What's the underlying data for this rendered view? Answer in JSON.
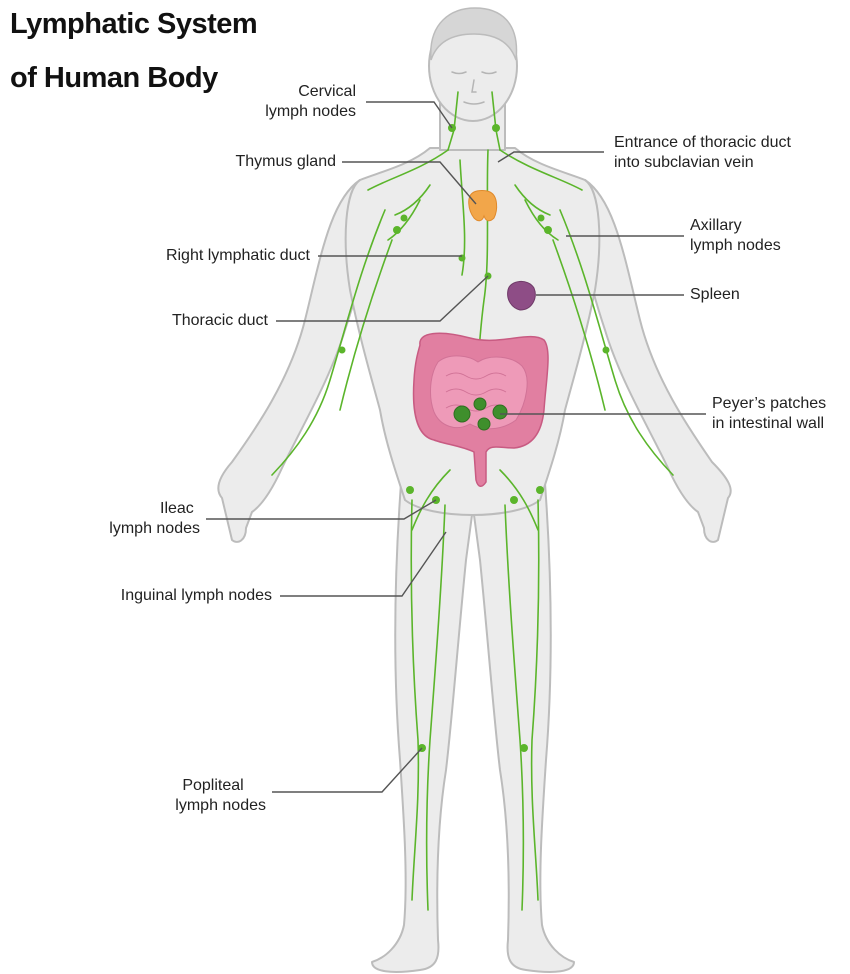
{
  "title": {
    "line1": "Lymphatic System",
    "line2": "of Human Body"
  },
  "colors": {
    "skin": "#ececec",
    "outline": "#bcbcbc",
    "lymph": "#5bb52b",
    "thymus": "#f2a64a",
    "spleen": "#8e4d86",
    "intestine": "#e17fa1",
    "peyers": "#3f8f2c",
    "leader": "#555555"
  },
  "labels": {
    "cervical": {
      "line1": "Cervical",
      "line2": "lymph nodes"
    },
    "thymus": {
      "line1": "Thymus gland"
    },
    "right_duct": {
      "line1": "Right lymphatic duct"
    },
    "thoracic": {
      "line1": "Thoracic duct"
    },
    "entrance": {
      "line1": "Entrance of thoracic duct",
      "line2": "into subclavian vein"
    },
    "axillary": {
      "line1": "Axillary",
      "line2": "lymph nodes"
    },
    "spleen": {
      "line1": "Spleen"
    },
    "peyers": {
      "line1": "Peyer’s patches",
      "line2": "in intestinal wall"
    },
    "ileac": {
      "line1": "Ileac",
      "line2": "lymph nodes"
    },
    "inguinal": {
      "line1": "Inguinal lymph nodes"
    },
    "popliteal": {
      "line1": "Popliteal",
      "line2": "lymph nodes"
    }
  }
}
